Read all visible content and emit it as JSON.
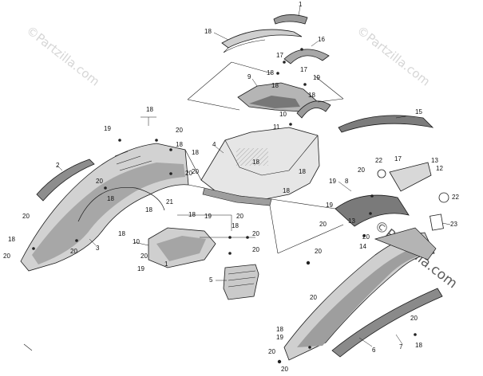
{
  "diagram": {
    "watermark_text": "©Partzilla.com",
    "callouts": [
      "1",
      "2",
      "3",
      "4",
      "5",
      "6",
      "7",
      "8",
      "9",
      "10",
      "11",
      "12",
      "13",
      "14",
      "15",
      "16",
      "17",
      "18",
      "19",
      "20",
      "21",
      "22",
      "23"
    ],
    "colors": {
      "line": "#1a1a1a",
      "panel_dark": "#8a8a8a",
      "panel_mid": "#bdbdbd",
      "panel_light": "#e4e4e4",
      "label": "#111111",
      "watermark": "#c9c9c9"
    }
  }
}
